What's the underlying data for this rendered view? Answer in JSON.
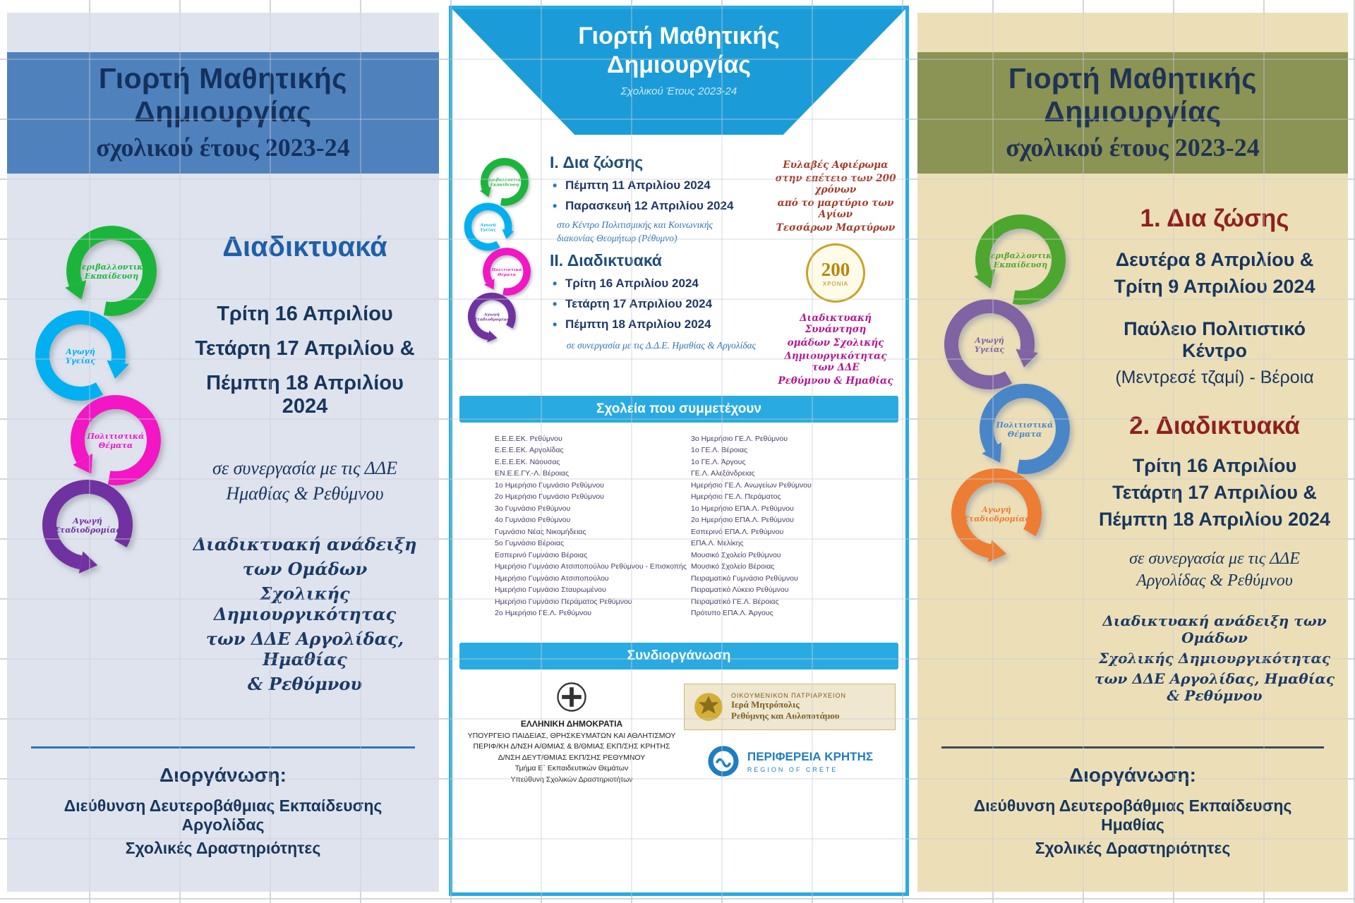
{
  "left_panel": {
    "title_line1": "Γιορτή Μαθητικής Δημιουργίας",
    "title_line2": "σχολικού έτους 2023-24",
    "spiral": {
      "labels": [
        "Περιβαλλοντική Εκπαίδευση",
        "Αγωγή Υγείας",
        "Πολιτιστικά Θέματα",
        "Αγωγή Σταδιοδρομίας"
      ],
      "colors": [
        "#1eb53a",
        "#00b0f0",
        "#f216c4",
        "#7030a0"
      ]
    },
    "mode_heading": "Διαδικτυακά",
    "dates": [
      "Τρίτη 16 Απριλίου",
      "Τετάρτη 17 Απριλίου &",
      "Πέμπτη 18 Απριλίου 2024"
    ],
    "collaboration": [
      "σε συνεργασία με τις ΔΔΕ",
      "Ημαθίας & Ρεθύμνου"
    ],
    "handwritten_note": [
      "Διαδικτυακή ανάδειξη",
      "των Ομάδων",
      "Σχολικής Δημιουργικότητας",
      "των ΔΔΕ Αργολίδας, Ημαθίας",
      "& Ρεθύμνου"
    ],
    "footer_heading": "Διοργάνωση:",
    "footer_line1": "Διεύθυνση Δευτεροβάθμιας Εκπαίδευσης Αργολίδας",
    "footer_line2": "Σχολικές Δραστηριότητες"
  },
  "center_panel": {
    "title_line1": "Γιορτή Μαθητικής",
    "title_line2": "Δημιουργίας",
    "subtitle": "Σχολικού Έτους 2023-24",
    "spiral": {
      "labels": [
        "Περιβαλλοντική Εκπαίδευση",
        "Αγωγή Υγείας",
        "Πολιτιστικά Θέματα",
        "Αγωγή Σταδιοδρομίας"
      ],
      "colors": [
        "#1eb53a",
        "#00b0f0",
        "#f216c4",
        "#7030a0"
      ]
    },
    "section1_heading": "Ι. Δια ζώσης",
    "section1_dates": [
      "Πέμπτη 11 Απριλίου 2024",
      "Παρασκευή 12 Απριλίου 2024"
    ],
    "section1_venue": [
      "στο Κέντρο Πολιτισμικής και Κοινωνικής",
      "διακονίας Θεομήτωρ (Ρέθυμνο)"
    ],
    "section2_heading": "ΙΙ. Διαδικτυακά",
    "section2_dates": [
      "Τρίτη 16 Απριλίου 2024",
      "Τετάρτη 17 Απριλίου 2024",
      "Πέμπτη 18 Απριλίου 2024"
    ],
    "section2_collab": "σε συνεργασία με τις Δ.Δ.Ε. Ημαθίας & Αργολίδας",
    "tribute_note": [
      "Ευλαβές Αφιέρωμα",
      "στην επέτειο των 200 χρόνων",
      "από το μαρτύριο των Αγίων",
      "Τεσσάρων Μαρτύρων"
    ],
    "anniversary_logo": "200",
    "anniversary_sub": "ΧΡΟΝΙΑ",
    "online_note": [
      "Διαδικτυακή Συνάντηση",
      "ομάδων Σχολικής",
      "Δημιουργικότητας των ΔΔΕ",
      "Ρεθύμνου & Ημαθίας"
    ],
    "schools_bar": "Σχολεία που συμμετέχουν",
    "schools_col1": [
      "Ε.Ε.Ε.ΕΚ. Ρεθύμνου",
      "Ε.Ε.Ε.ΕΚ. Αργολίδας",
      "Ε.Ε.Ε.ΕΚ. Νάουσας",
      "ΕΝ.Ε.Ε.ΓΥ.-Λ. Βέροιας",
      "1ο Ημερήσιο Γυμνάσιο Ρεθύμνου",
      "2ο Ημερήσιο Γυμνάσιο Ρεθύμνου",
      "3ο Γυμνάσιο Ρεθύμνου",
      "4ο Γυμνάσιο Ρεθύμνου",
      "Γυμνάσιο Νέας Νικομήδειας",
      "5ο Γυμνάσιο Βέροιας",
      "Εσπερινό Γυμνάσιο Βέροιας",
      "Ημερήσιο Γυμνάσιο Ατσιποπούλου Ρεθύμνου - Επισκοπής",
      "Ημερήσιο Γυμνάσιο Ατσιποπούλου",
      "Ημερήσιο Γυμνάσιο Σταυρωμένου",
      "Ημερήσιο Γυμνάσιο Περάματος Ρεθύμνου",
      "2ο Ημερήσιο ΓΕ.Λ. Ρεθύμνου"
    ],
    "schools_col2": [
      "3ο Ημερήσιο ΓΕ.Λ. Ρεθύμνου",
      "1ο ΓΕ.Λ. Βέροιας",
      "1ο ΓΕ.Λ. Άργους",
      "ΓΕ.Λ. Αλεξάνδρειας",
      "Ημερήσιο ΓΕ.Λ. Ανωγείων Ρεθύμνου",
      "Ημερήσιο ΓΕ.Λ. Περάματος",
      "1ο Ημερήσιο ΕΠΑ.Λ. Ρεθύμνου",
      "2ο Ημερήσιο ΕΠΑ.Λ. Ρεθύμνου",
      "Εσπερινό ΕΠΑ.Λ. Ρεθύμνου",
      "ΕΠΑ.Λ. Μελίκης",
      "Μουσικό Σχολείο Ρεθύμνου",
      "Μουσικό Σχολείο Βέροιας",
      "Πειραματικό Γυμνάσιο Ρεθύμνου",
      "Πειραματικό Λύκειο Ρεθύμνου",
      "Πειραματικό ΓΕ.Λ. Βέροιας",
      "Πρότυπο ΕΠΑ.Λ. Άργους"
    ],
    "coorg_bar": "Συνδιοργάνωση",
    "ministry_lines": [
      "ΕΛΛΗΝΙΚΗ ΔΗΜΟΚΡΑΤΙΑ",
      "ΥΠΟΥΡΓΕΙΟ ΠΑΙΔΕΙΑΣ, ΘΡΗΣΚΕΥΜΑΤΩΝ ΚΑΙ ΑΘΛΗΤΙΣΜΟΥ",
      "ΠΕΡΙΦ/ΚΗ Δ/ΝΣΗ Α/ΘΜΙΑΣ & Β/ΘΜΙΑΣ ΕΚΠ/ΣΗΣ ΚΡΗΤΗΣ",
      "Δ/ΝΣΗ ΔΕΥΤ/ΘΜΙΑΣ ΕΚΠ/ΣΗΣ ΡΕΘΥΜΝΟΥ",
      "Τμήμα Ε΄ Εκπαιδευτικών Θεμάτων",
      "Υπεύθυνη Σχολικών Δραστηριοτήτων"
    ],
    "diocese_header": "ΟΙΚΟΥΜΕΝΙΚΟΝ ΠΑΤΡΙΑΡΧΕΙΟΝ",
    "diocese_line1": "Ιερά Μητρόπολις",
    "diocese_line2": "Ρεθύμνης και Αυλοποτάμου",
    "region_name": "ΠΕΡΙΦΕΡΕΙΑ ΚΡΗΤΗΣ",
    "region_sub": "REGION OF CRETE"
  },
  "right_panel": {
    "title_line1": "Γιορτή Μαθητικής Δημιουργίας",
    "title_line2": "σχολικού έτους 2023-24",
    "spiral": {
      "labels": [
        "Περιβαλλοντική Εκπαίδευση",
        "Αγωγή Υγείας",
        "Πολιτιστικά Θέματα",
        "Αγωγή Σταδιοδρομίας"
      ],
      "colors": [
        "#4ea72e",
        "#8064a2",
        "#4a86c8",
        "#ed7d31"
      ]
    },
    "section1_heading": "1. Δια ζώσης",
    "section1_dates": [
      "Δευτέρα 8 Απριλίου &",
      "Τρίτη 9 Απριλίου 2024"
    ],
    "venue_bold": "Παύλειο Πολιτιστικό Κέντρο",
    "venue_sub": "(Μεντρεσέ τζαμί) - Βέροια",
    "section2_heading": "2. Διαδικτυακά",
    "section2_dates": [
      "Τρίτη 16 Απριλίου",
      "Τετάρτη 17 Απριλίου &",
      "Πέμπτη 18 Απριλίου 2024"
    ],
    "collaboration": [
      "σε συνεργασία με τις ΔΔΕ",
      "Αργολίδας & Ρεθύμνου"
    ],
    "handwritten_note": [
      "Διαδικτυακή ανάδειξη των Ομάδων",
      "Σχολικής Δημιουργικότητας",
      "των ΔΔΕ Αργολίδας, Ημαθίας & Ρεθύμνου"
    ],
    "footer_heading": "Διοργάνωση:",
    "footer_line1": "Διεύθυνση Δευτεροβάθμιας Εκπαίδευσης Ημαθίας",
    "footer_line2": "Σχολικές Δραστηριότητες"
  }
}
